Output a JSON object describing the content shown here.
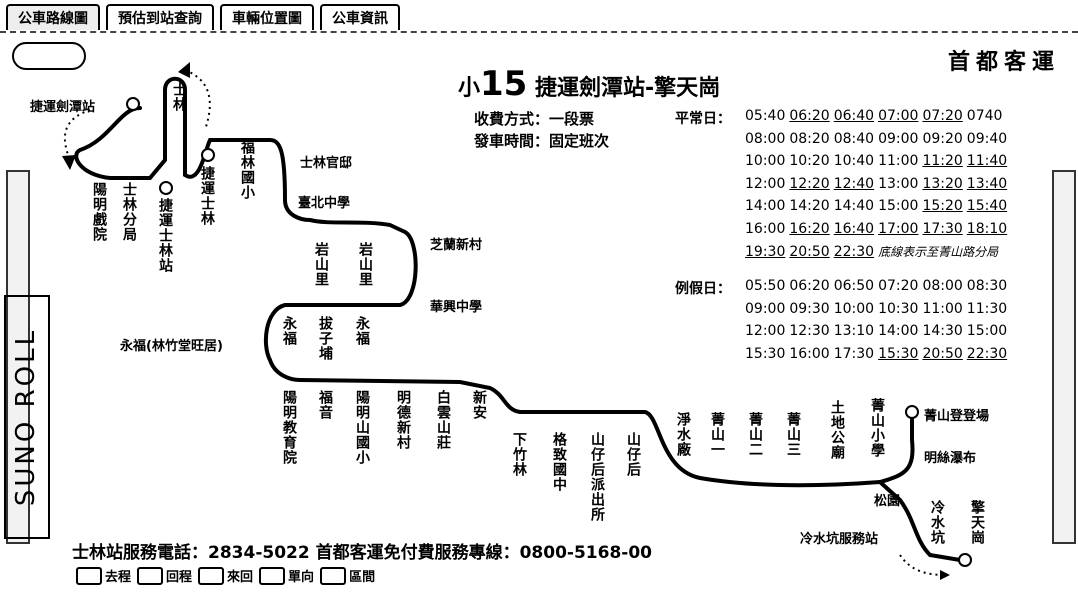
{
  "tabs": [
    "公車路線圖",
    "預估到站查詢",
    "車輛位置圖",
    "公車資訊"
  ],
  "company": "首都客運",
  "route": {
    "number": "15",
    "prefix": "小",
    "name": "捷運劍潭站-擎天崗"
  },
  "info": {
    "fare": "收費方式：一段票",
    "dispatch": "發車時間：固定班次"
  },
  "weekday_label": "平常日：",
  "holiday_label": "例假日：",
  "weekday_rows": [
    [
      {
        "t": "05:40",
        "u": false
      },
      {
        "t": "06:20",
        "u": true
      },
      {
        "t": "06:40",
        "u": true
      },
      {
        "t": "07:00",
        "u": true
      },
      {
        "t": "07:20",
        "u": true
      },
      {
        "t": "0740",
        "u": false
      }
    ],
    [
      {
        "t": "08:00",
        "u": false
      },
      {
        "t": "08:20",
        "u": false
      },
      {
        "t": "08:40",
        "u": false
      },
      {
        "t": "09:00",
        "u": false
      },
      {
        "t": "09:20",
        "u": false
      },
      {
        "t": "09:40",
        "u": false
      }
    ],
    [
      {
        "t": "10:00",
        "u": false
      },
      {
        "t": "10:20",
        "u": false
      },
      {
        "t": "10:40",
        "u": false
      },
      {
        "t": "11:00",
        "u": false
      },
      {
        "t": "11:20",
        "u": true
      },
      {
        "t": "11:40",
        "u": true
      }
    ],
    [
      {
        "t": "12:00",
        "u": false
      },
      {
        "t": "12:20",
        "u": true
      },
      {
        "t": "12:40",
        "u": true
      },
      {
        "t": "13:00",
        "u": false
      },
      {
        "t": "13:20",
        "u": true
      },
      {
        "t": "13:40",
        "u": true
      }
    ],
    [
      {
        "t": "14:00",
        "u": false
      },
      {
        "t": "14:20",
        "u": false
      },
      {
        "t": "14:40",
        "u": false
      },
      {
        "t": "15:00",
        "u": false
      },
      {
        "t": "15:20",
        "u": true
      },
      {
        "t": "15:40",
        "u": true
      }
    ],
    [
      {
        "t": "16:00",
        "u": false
      },
      {
        "t": "16:20",
        "u": true
      },
      {
        "t": "16:40",
        "u": true
      },
      {
        "t": "17:00",
        "u": true
      },
      {
        "t": "17:30",
        "u": true
      },
      {
        "t": "18:10",
        "u": true
      }
    ],
    [
      {
        "t": "19:30",
        "u": true
      },
      {
        "t": "20:50",
        "u": true
      },
      {
        "t": "22:30",
        "u": true
      }
    ]
  ],
  "weekday_note": "底線表示至菁山路分局",
  "holiday_rows": [
    [
      {
        "t": "05:50",
        "u": false
      },
      {
        "t": "06:20",
        "u": false
      },
      {
        "t": "06:50",
        "u": false
      },
      {
        "t": "07:20",
        "u": false
      },
      {
        "t": "08:00",
        "u": false
      },
      {
        "t": "08:30",
        "u": false
      }
    ],
    [
      {
        "t": "09:00",
        "u": false
      },
      {
        "t": "09:30",
        "u": false
      },
      {
        "t": "10:00",
        "u": false
      },
      {
        "t": "10:30",
        "u": false
      },
      {
        "t": "11:00",
        "u": false
      },
      {
        "t": "11:30",
        "u": false
      }
    ],
    [
      {
        "t": "12:00",
        "u": false
      },
      {
        "t": "12:30",
        "u": false
      },
      {
        "t": "13:10",
        "u": false
      },
      {
        "t": "14:00",
        "u": false
      },
      {
        "t": "14:30",
        "u": false
      },
      {
        "t": "15:00",
        "u": false
      }
    ],
    [
      {
        "t": "15:30",
        "u": false
      },
      {
        "t": "16:00",
        "u": false
      },
      {
        "t": "17:30",
        "u": false
      },
      {
        "t": "15:30",
        "u": true
      },
      {
        "t": "20:50",
        "u": true
      },
      {
        "t": "22:30",
        "u": true
      }
    ]
  ],
  "stations": {
    "jiantan": "捷運劍潭站",
    "shilin_v": "士林",
    "yangming_theater": "陽明戲院",
    "shilin_branch": "士林分局",
    "mrt_shilin": "捷運士林站",
    "mrt_shilin2": "捷運士林",
    "fulin_elem": "福林國小",
    "shilin_official": "士林官邸",
    "taipei_hs": "臺北中學",
    "yanshan": "岩山里",
    "yanshan2": "岩山里",
    "zhilan": "芝蘭新村",
    "xiaxing": "華興中學",
    "yongfu": "永福",
    "bazi": "拔子埔",
    "yongfu_temple": "永福(林竹堂旺居)",
    "yongfu2": "永福",
    "yangming_edu": "陽明教育院",
    "fuyin": "福音",
    "yangming_park": "陽明山國小",
    "mingde": "明德新村",
    "baiyun": "白雲山莊",
    "xinan": "新安",
    "xiazhulin": "下竹林",
    "gezhi": "格致國中",
    "shanzi_police": "山仔后派出所",
    "shanzi": "山仔后",
    "jingshui": "淨水廠",
    "jing1": "菁山一",
    "jing2": "菁山二",
    "jing3": "菁山三",
    "tudigong": "土地公廟",
    "jing_elem": "菁山小學",
    "jing_trail": "菁山登登場",
    "jing_fall": "明絲瀑布",
    "songyuan": "松園",
    "lengshui": "冷水坑",
    "lengshui_stop": "冷水坑服務站",
    "qingtian": "擎天崗"
  },
  "side_logo": "SUNO ROLL",
  "phone": "士林站服務電話：2834-5022 首都客運免付費服務專線：0800-5168-00",
  "legend": [
    "去程",
    "回程",
    "來回",
    "單向",
    "區間"
  ]
}
